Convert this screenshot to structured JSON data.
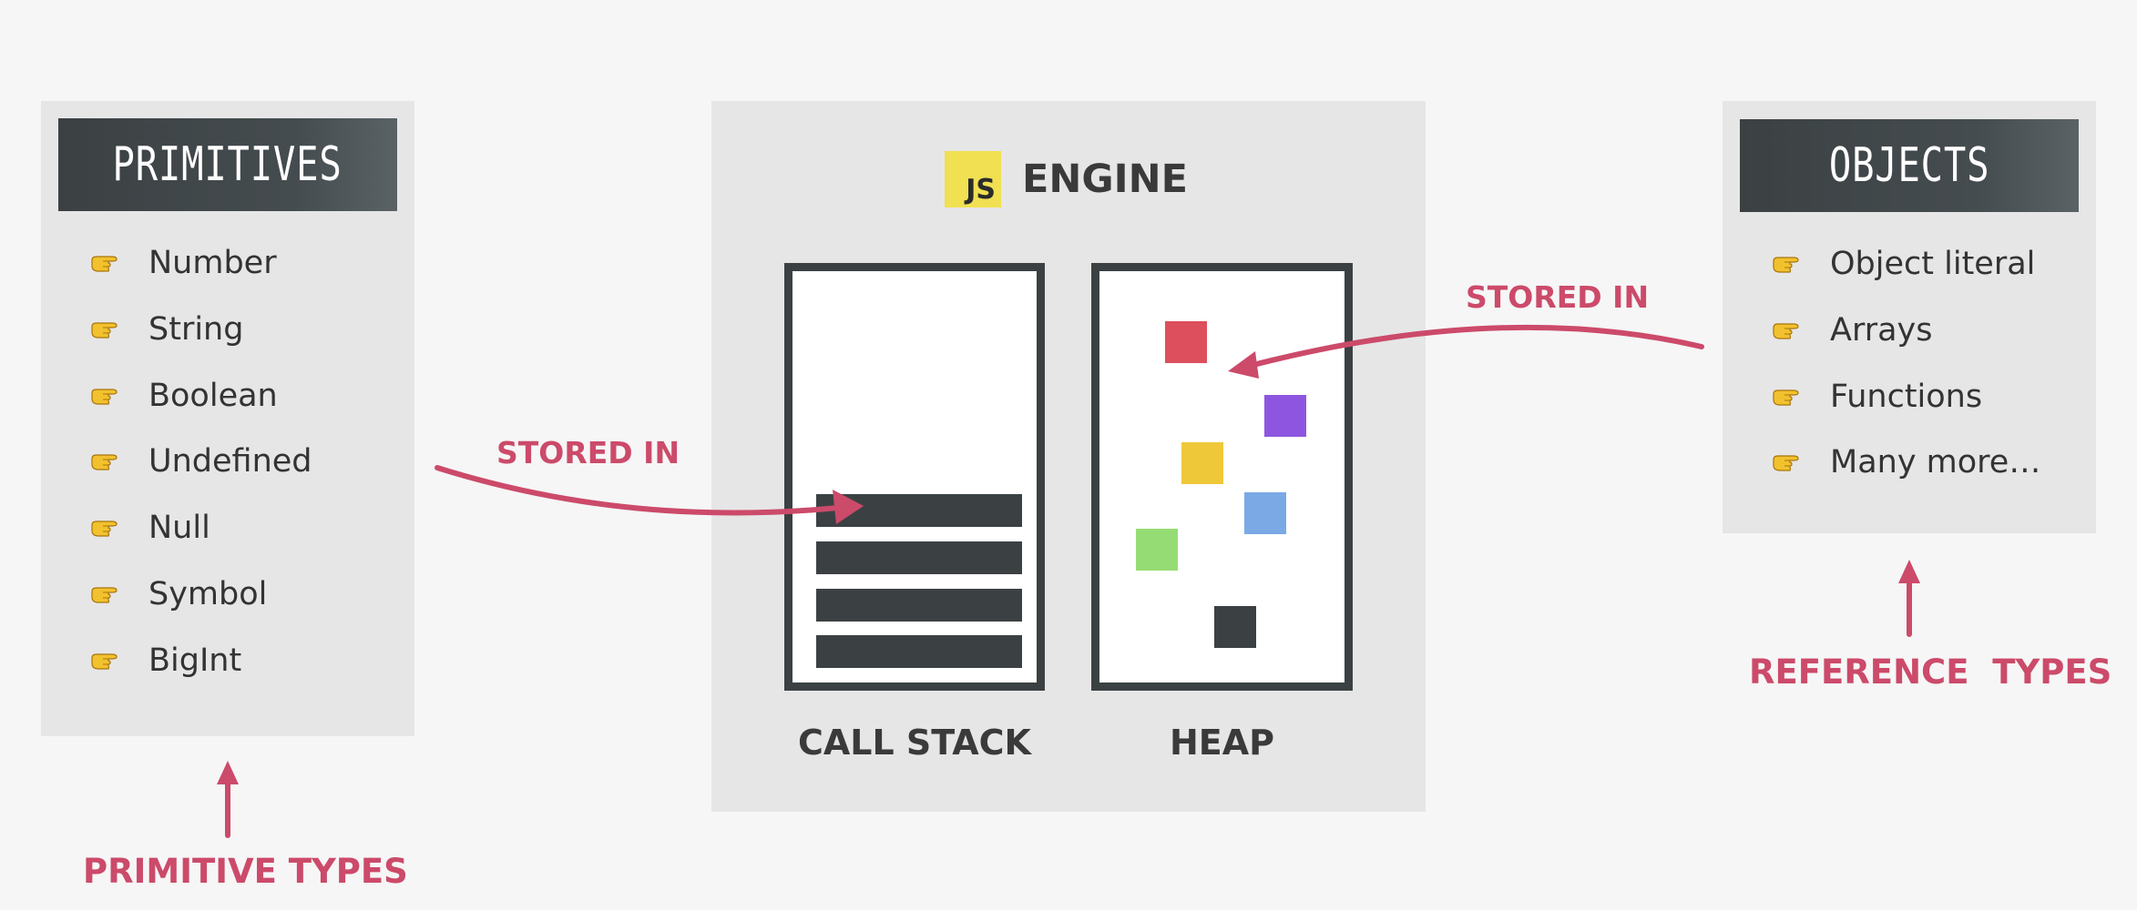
{
  "primitives": {
    "title": "PRIMITIVES",
    "items": [
      "Number",
      "String",
      "Boolean",
      "Undefined",
      "Null",
      "Symbol",
      "BigInt"
    ],
    "caption": "PRIMITIVE TYPES"
  },
  "objects": {
    "title": "OBJECTS",
    "items": [
      "Object literal",
      "Arrays",
      "Functions",
      "Many more…"
    ],
    "caption": "REFERENCE  TYPES"
  },
  "engine": {
    "logo": "JS",
    "title": "ENGINE",
    "call_stack_label": "CALL STACK",
    "heap_label": "HEAP"
  },
  "arrows": {
    "left_label": "STORED IN",
    "right_label": "STORED IN"
  },
  "colors": {
    "accent": "#cc4a6a",
    "dark": "#3b4143",
    "panel": "#e6e6e6",
    "heap_objects": [
      "#dd4f5c",
      "#8e56e0",
      "#efc83a",
      "#7aa9e6",
      "#96dc74",
      "#3b4143"
    ]
  },
  "icons": {
    "bullet": "pointing-hand-icon"
  }
}
